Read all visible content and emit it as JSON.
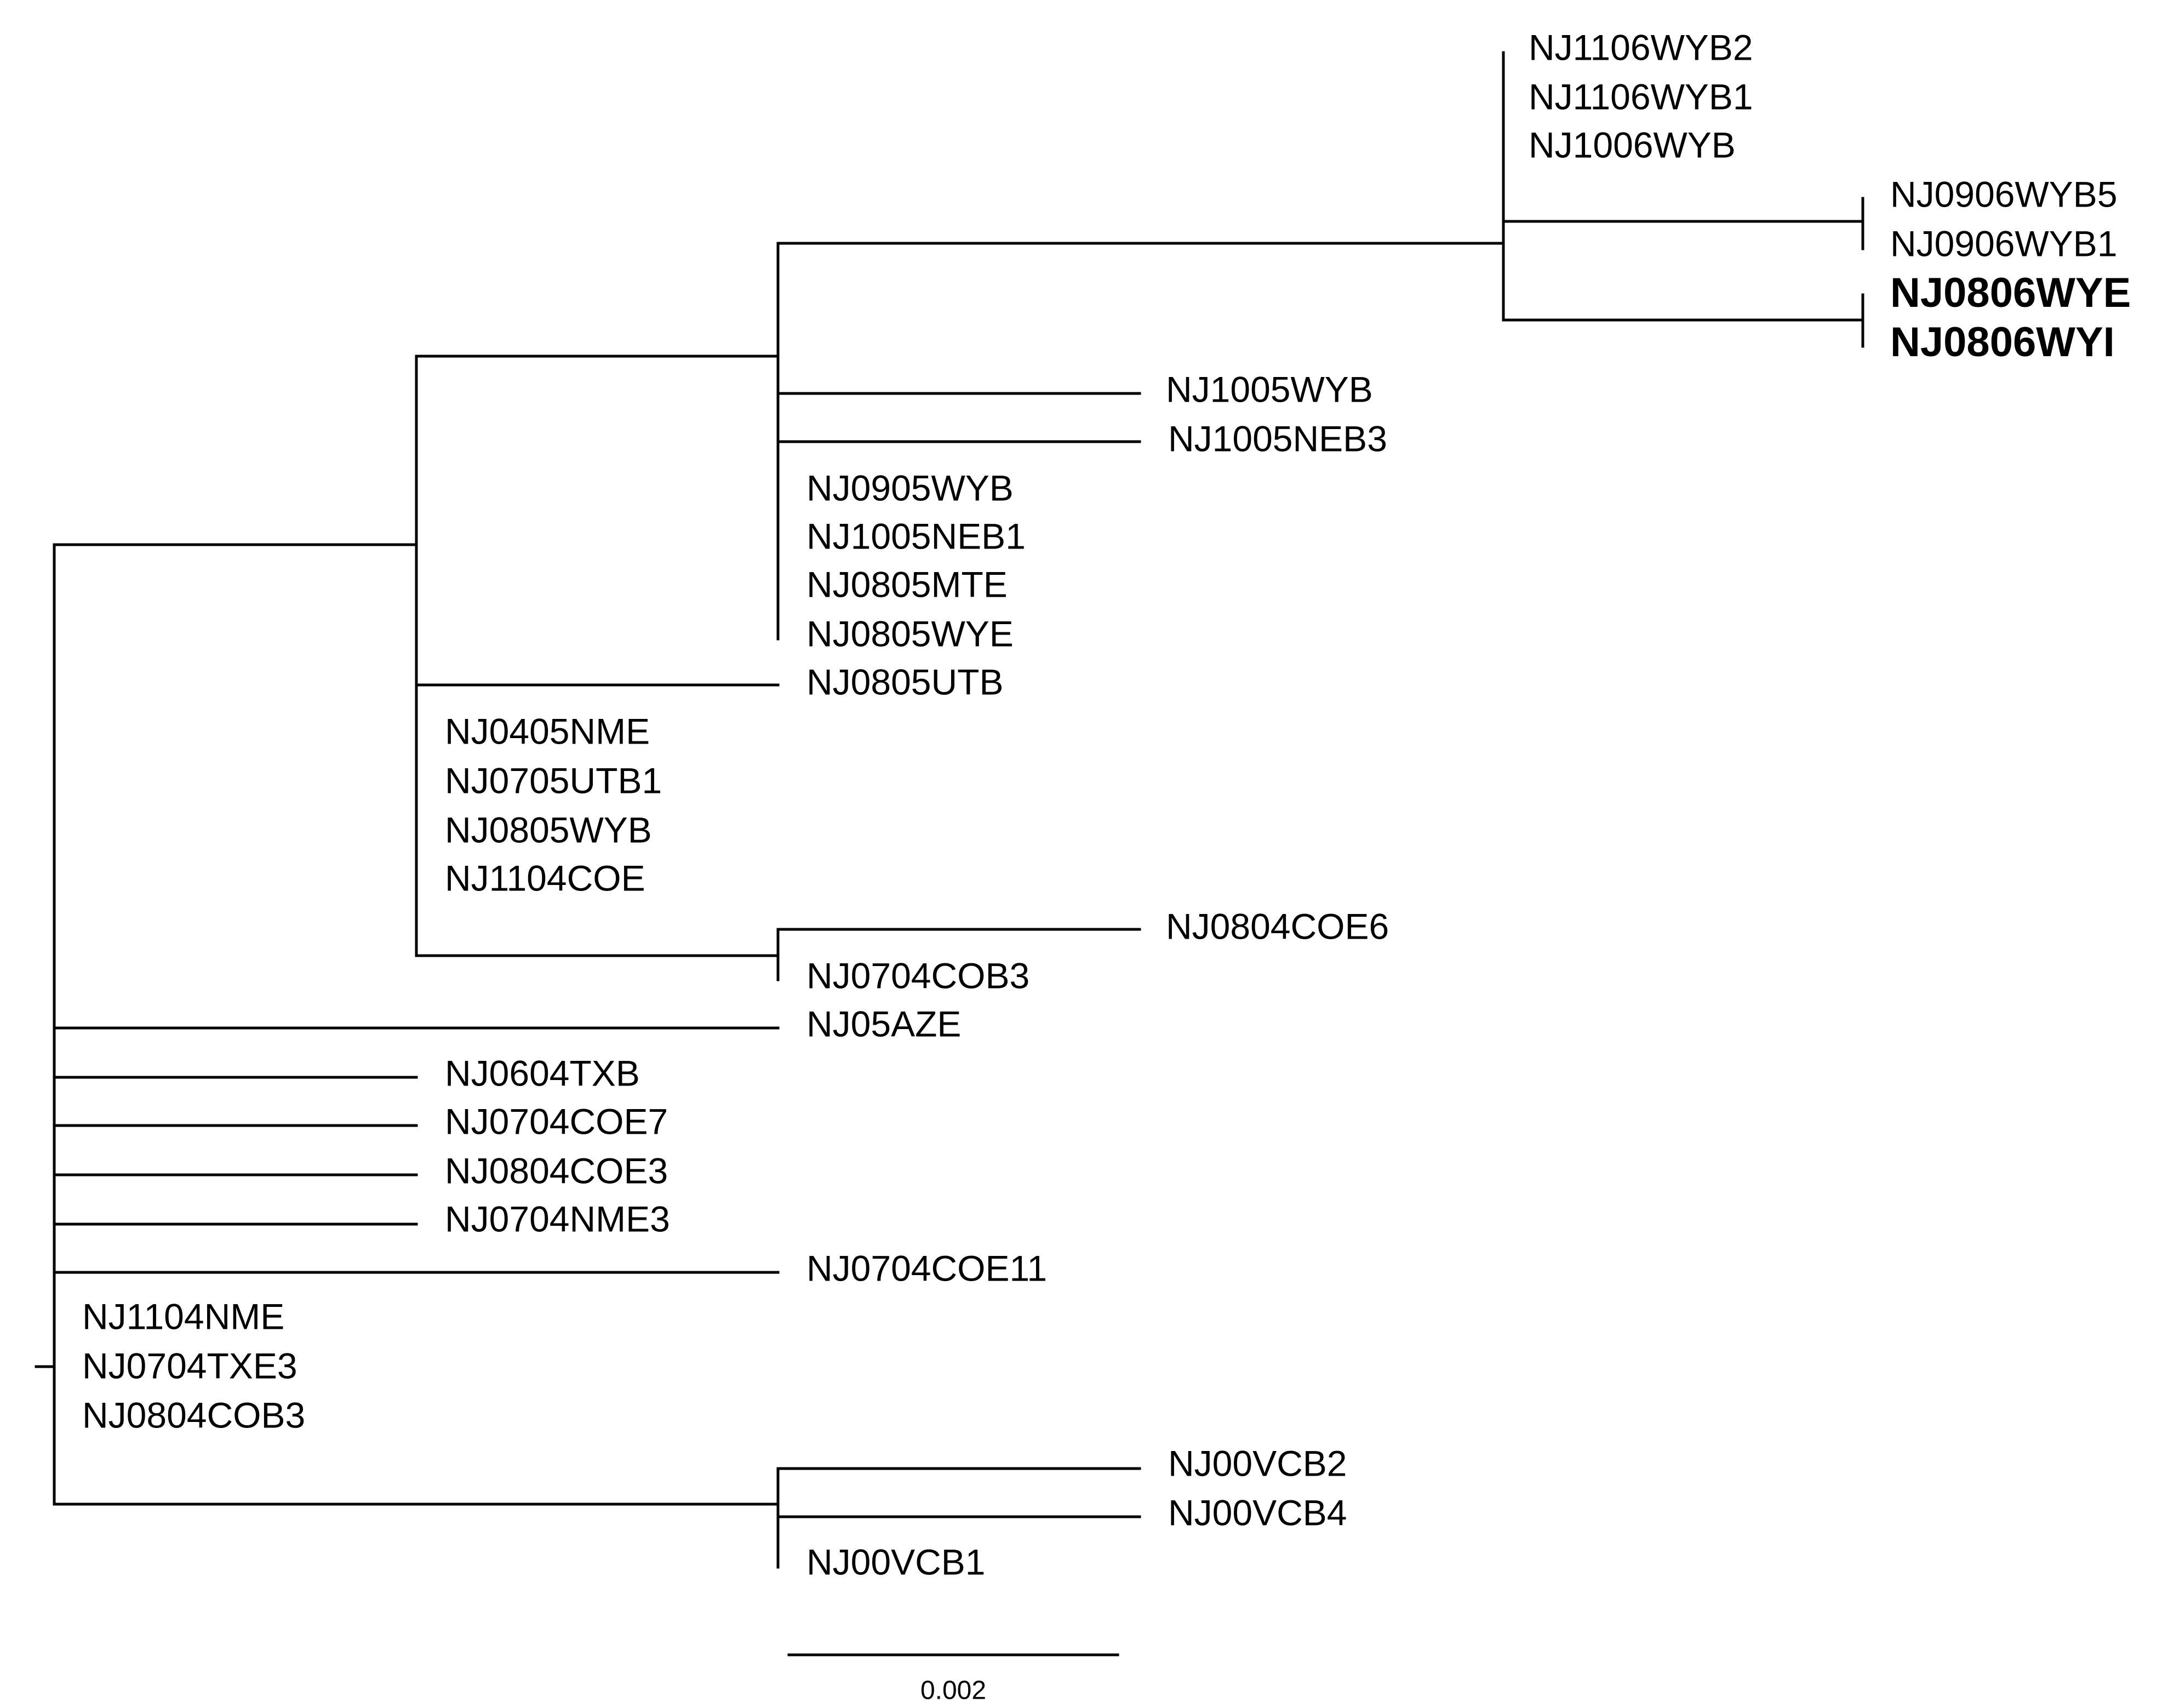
{
  "diagram": {
    "type": "phylogenetic-tree",
    "scale_bar": {
      "label": "0.002"
    },
    "highlight_colors": {
      "bold_taxon": "#000000",
      "red_taxon": "#e02416"
    },
    "taxa": [
      {
        "id": "t01",
        "label": "NJ1106WYB2"
      },
      {
        "id": "t02",
        "label": "NJ1106WYB1"
      },
      {
        "id": "t03",
        "label": "NJ1006WYB"
      },
      {
        "id": "t04",
        "label": "NJ0906WYB5"
      },
      {
        "id": "t05",
        "label": "NJ0906WYB1"
      },
      {
        "id": "t06",
        "label": "NJ0806WYE",
        "style": "bold"
      },
      {
        "id": "t07",
        "label": "NJ0806WYI",
        "style": "bold-red"
      },
      {
        "id": "t08",
        "label": "NJ1005WYB"
      },
      {
        "id": "t09",
        "label": "NJ1005NEB3"
      },
      {
        "id": "t10",
        "label": "NJ0905WYB"
      },
      {
        "id": "t11",
        "label": "NJ1005NEB1"
      },
      {
        "id": "t12",
        "label": "NJ0805MTE"
      },
      {
        "id": "t13",
        "label": "NJ0805WYE"
      },
      {
        "id": "t14",
        "label": "NJ0805UTB"
      },
      {
        "id": "t15",
        "label": "NJ0405NME"
      },
      {
        "id": "t16",
        "label": "NJ0705UTB1"
      },
      {
        "id": "t17",
        "label": "NJ0805WYB"
      },
      {
        "id": "t18",
        "label": "NJ1104COE"
      },
      {
        "id": "t19",
        "label": "NJ0804COE6"
      },
      {
        "id": "t20",
        "label": "NJ0704COB3"
      },
      {
        "id": "t21",
        "label": "NJ05AZE"
      },
      {
        "id": "t22",
        "label": "NJ0604TXB"
      },
      {
        "id": "t23",
        "label": "NJ0704COE7"
      },
      {
        "id": "t24",
        "label": "NJ0804COE3"
      },
      {
        "id": "t25",
        "label": "NJ0704NME3"
      },
      {
        "id": "t26",
        "label": "NJ0704COE11"
      },
      {
        "id": "t27",
        "label": "NJ1104NME"
      },
      {
        "id": "t28",
        "label": "NJ0704TXE3"
      },
      {
        "id": "t29",
        "label": "NJ0804COB3"
      },
      {
        "id": "t30",
        "label": "NJ00VCB2"
      },
      {
        "id": "t31",
        "label": "NJ00VCB4"
      },
      {
        "id": "t32",
        "label": "NJ00VCB1"
      }
    ]
  }
}
